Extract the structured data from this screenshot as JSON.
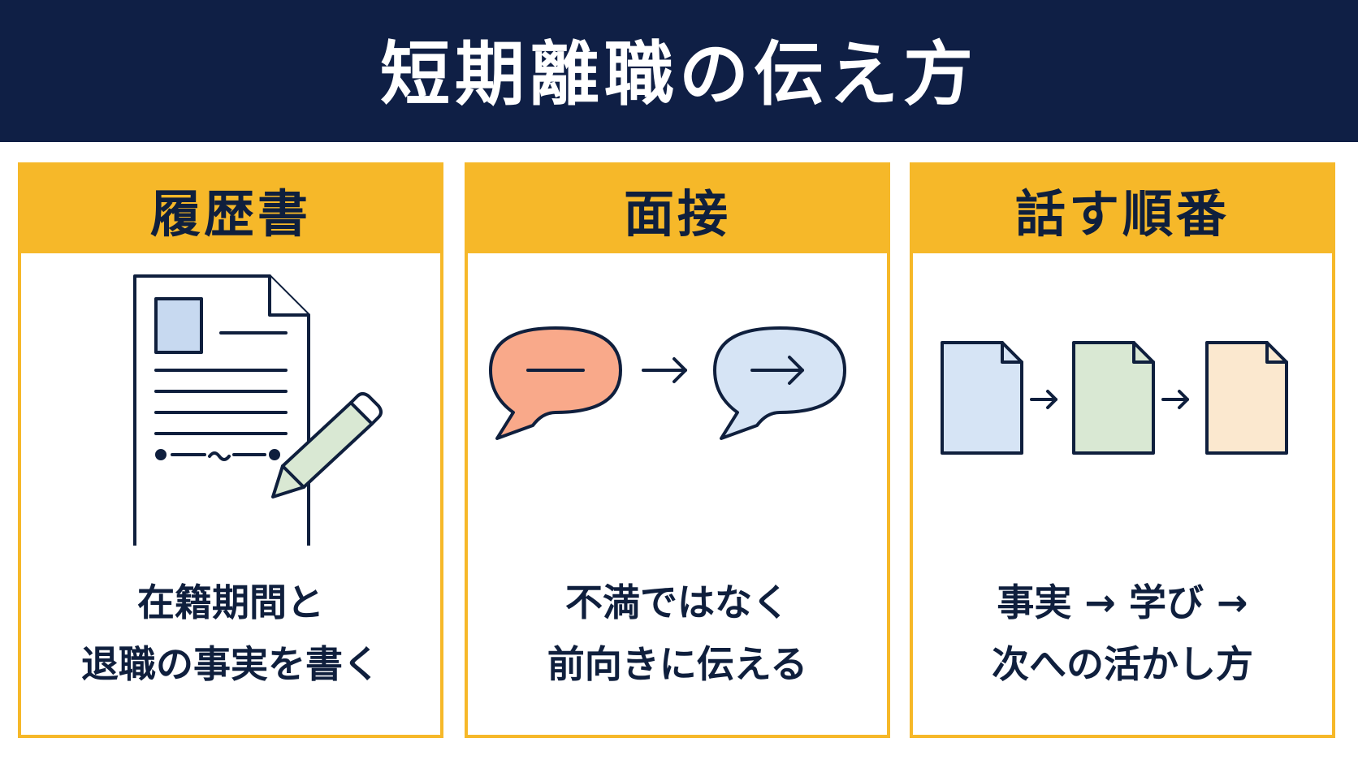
{
  "header": {
    "title": "短期離職の伝え方"
  },
  "colors": {
    "navy": "#0f1f45",
    "accent": "#f6b829",
    "bubble_orange": "#f9a98a",
    "bubble_blue": "#d6e4f5",
    "doc_blue": "#d6e4f5",
    "doc_green": "#d9e8d3",
    "doc_peach": "#fbe8cf"
  },
  "cards": [
    {
      "title": "履歴書",
      "icon": "resume-with-pencil-icon",
      "lines": [
        "在籍期間と",
        "退職の事実を書く"
      ]
    },
    {
      "title": "面接",
      "icon": "speech-bubbles-icon",
      "lines": [
        "不満ではなく",
        "前向きに伝える"
      ]
    },
    {
      "title": "話す順番",
      "icon": "document-sequence-icon",
      "lines": [
        "事実 → 学び →",
        "次への活かし方"
      ]
    }
  ]
}
